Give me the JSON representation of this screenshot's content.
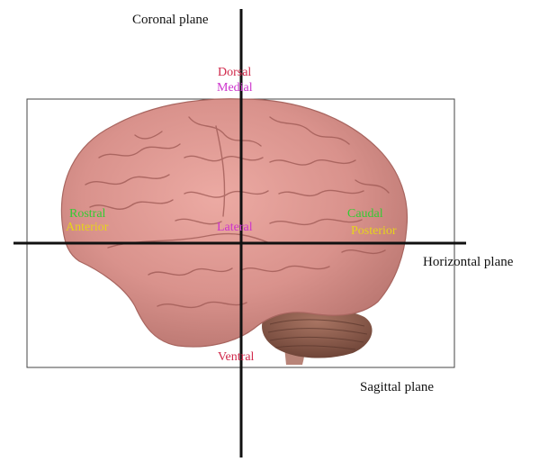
{
  "planes": {
    "coronal": "Coronal plane",
    "horizontal": "Horizontal plane",
    "sagittal": "Sagittal plane"
  },
  "directions": {
    "dorsal": "Dorsal",
    "medial": "Medial",
    "rostral": "Rostral",
    "anterior": "Anterior",
    "lateral": "Lateral",
    "caudal": "Caudal",
    "posterior": "Posterior",
    "ventral": "Ventral"
  },
  "colors": {
    "dorsal_ventral": "#d0284a",
    "medial_lateral": "#cc33cc",
    "rostral_caudal": "#33cc33",
    "anterior_posterior": "#e6d41a",
    "axis_line": "#111111",
    "frame": "#444444",
    "brain_base": "#d9928c",
    "cerebellum": "#8a5a4c",
    "brainstem": "#b88478"
  }
}
